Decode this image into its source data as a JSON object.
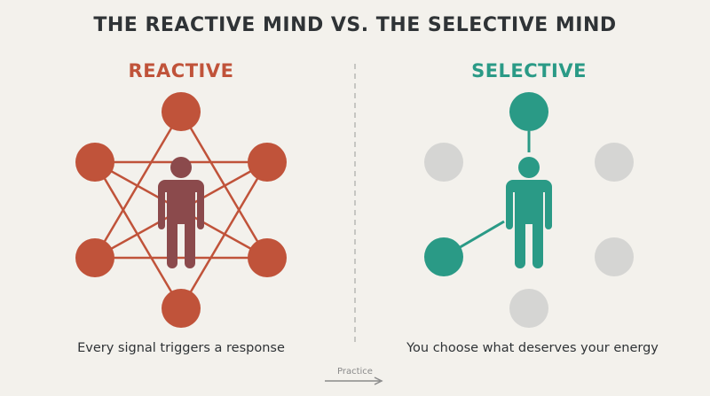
{
  "title": "THE REACTIVE MIND VS. THE SELECTIVE MIND",
  "reactive": {
    "label": "REACTIVE",
    "caption": "Every signal triggers a response",
    "color": "#c0533a",
    "figure_color": "#8b4a4c"
  },
  "selective": {
    "label": "SELECTIVE",
    "caption": "You choose what deserves your energy",
    "color": "#2a9a86",
    "inactive_color": "#d5d5d3"
  },
  "footer": {
    "practice_label": "Practice"
  }
}
